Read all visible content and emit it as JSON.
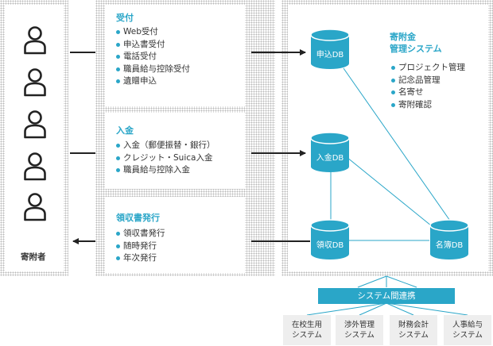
{
  "donors": {
    "label": "寄附者",
    "count": 5,
    "icon": "person-icon"
  },
  "sections": [
    {
      "title": "受付",
      "items": [
        "Web受付",
        "申込書受付",
        "電話受付",
        "職員給与控除受付",
        "遺贈申込"
      ]
    },
    {
      "title": "入金",
      "items": [
        "入金（郵便振替・銀行）",
        "クレジット・Suica入金",
        "職員給与控除入金"
      ]
    },
    {
      "title": "領収書発行",
      "items": [
        "領収書発行",
        "随時発行",
        "年次発行"
      ]
    }
  ],
  "system": {
    "title_line1": "寄附金",
    "title_line2": "管理システム",
    "items": [
      "プロジェクト管理",
      "記念品管理",
      "名寄せ",
      "寄附確認"
    ]
  },
  "databases": {
    "apply": "申込DB",
    "deposit": "入金DB",
    "receipt": "領収DB",
    "registry": "名簿DB"
  },
  "integration": {
    "label": "システム間連携",
    "systems": [
      {
        "line1": "在校生用",
        "line2": "システム"
      },
      {
        "line1": "渉外管理",
        "line2": "システム"
      },
      {
        "line1": "財務会計",
        "line2": "システム"
      },
      {
        "line1": "人事給与",
        "line2": "システム"
      }
    ]
  },
  "colors": {
    "accent": "#2aa6c8",
    "line": "#222222",
    "box": "#eeeeee"
  }
}
